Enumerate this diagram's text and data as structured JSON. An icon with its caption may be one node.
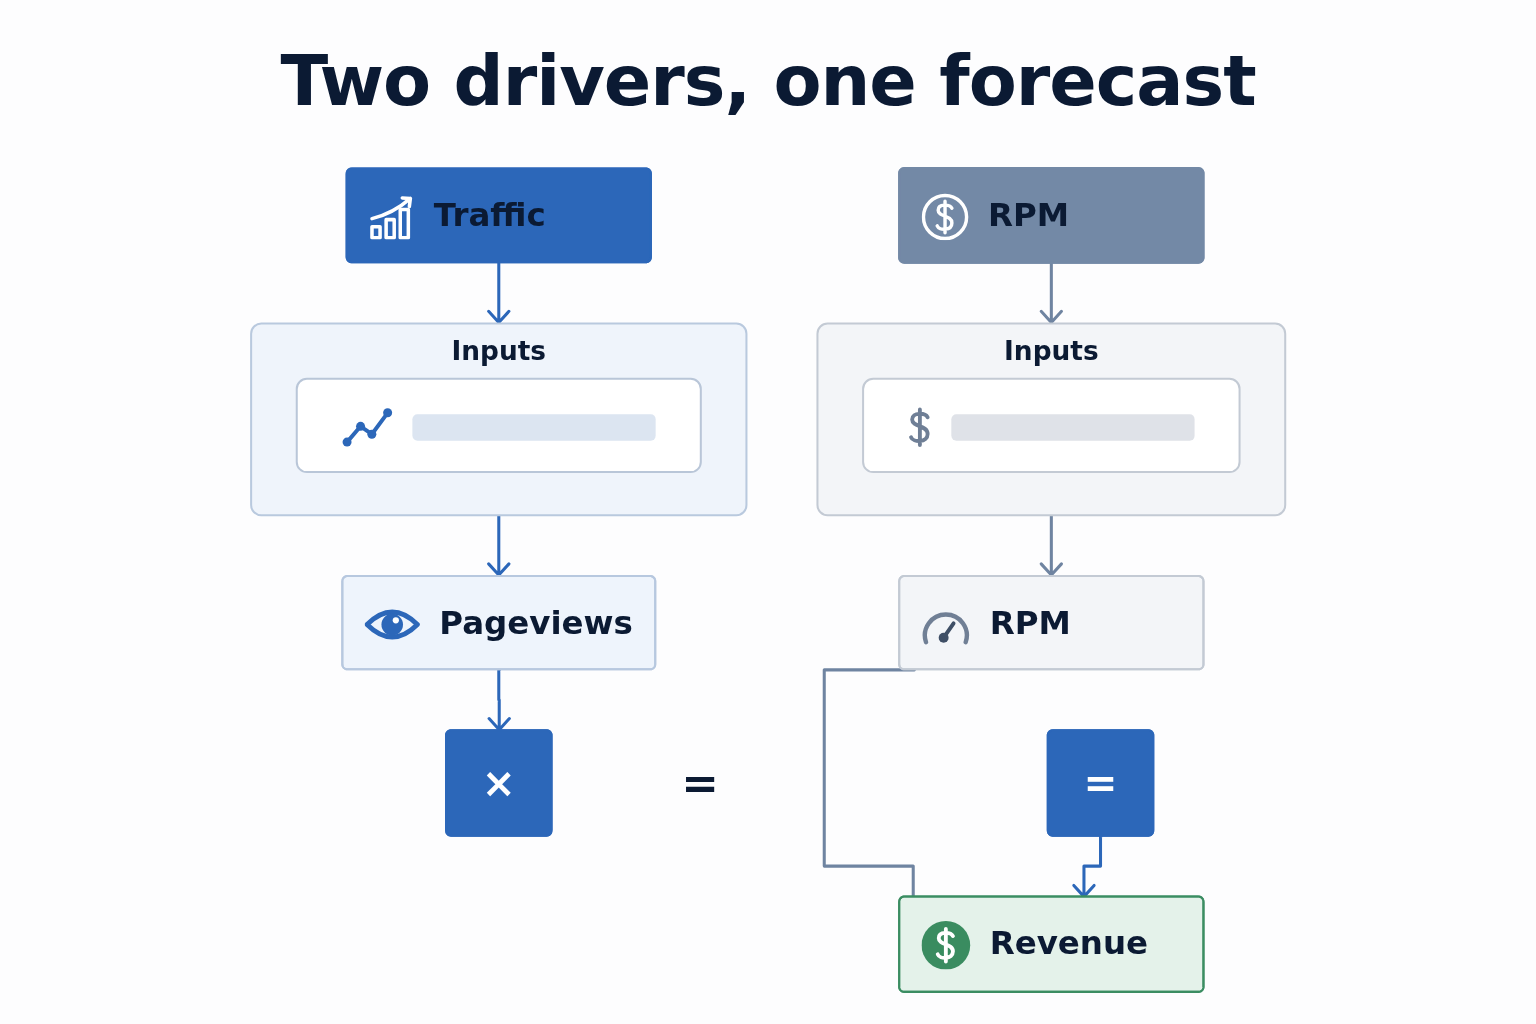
{
  "diagram": {
    "title": "Two drivers, one forecast",
    "nodes": [
      {
        "text": [
          "Traffic"
        ]
      },
      {
        "text": [
          "Inputs"
        ]
      },
      {
        "text": [],
        "shape": "box",
        "in": 1
      },
      {
        "text": [
          "Pageviews"
        ]
      },
      {
        "text": [
          "RPM"
        ]
      },
      {
        "text": [
          "Inputs"
        ]
      },
      {
        "text": [],
        "shape": "box",
        "in": 5
      },
      {
        "text": [
          "RPM"
        ]
      },
      {
        "text": [
          "×"
        ]
      },
      {
        "text": [
          "="
        ]
      },
      {
        "text": [
          "Revenue"
        ]
      }
    ],
    "edges": [
      {
        "from": 0,
        "to": 1,
        "arrow": "to"
      },
      {
        "from": 1,
        "to": 3,
        "arrow": "to"
      },
      {
        "from": 3,
        "to": 8,
        "arrow": "to"
      },
      {
        "from": 4,
        "to": 5,
        "arrow": "to",
        "color": "#6f84a1"
      },
      {
        "from": 5,
        "to": 7,
        "arrow": "to",
        "color": "#6f84a1"
      },
      {
        "from": 7,
        "to": 10,
        "arrow": "none",
        "color": "#6f84a1"
      },
      {
        "from": 9,
        "to": 10,
        "arrow": "to"
      }
    ],
    "labels": [
      "="
    ]
  }
}
